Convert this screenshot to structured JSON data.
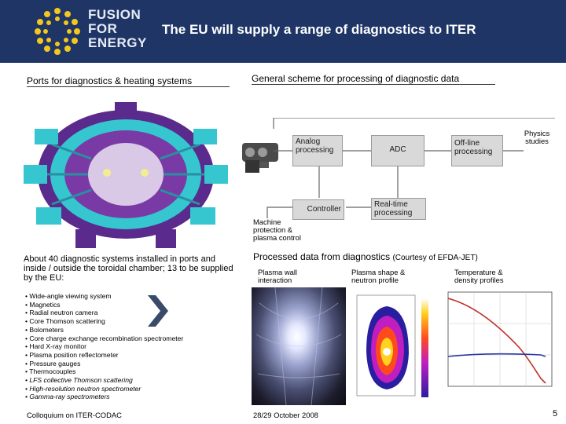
{
  "header": {
    "brand_lines": [
      "FUSION",
      "FOR",
      "ENERGY"
    ],
    "title": "The EU will supply a range of diagnostics to ITER"
  },
  "left": {
    "heading": "Ports for diagnostics & heating systems",
    "intro": "About 40 diagnostic systems installed in ports and inside / outside the toroidal chamber; 13 to be supplied by the EU:",
    "diagnostics": [
      "Wide-angle viewing system",
      "Magnetics",
      "Radial neutron camera",
      "Core Thomson scattering",
      "Bolometers",
      "Core charge exchange recombination spectrometer",
      "Hard X-ray monitor",
      "Plasma position reflectometer",
      "Pressure gauges",
      "Thermocouples",
      "LFS collective Thomson scattering",
      "High-resolution neutron spectrometer",
      "Gamma-ray spectrometers"
    ]
  },
  "scheme": {
    "heading": "General scheme for processing of diagnostic data",
    "analog": "Analog processing",
    "adc": "ADC",
    "offline": "Off-line processing",
    "physics": "Physics studies",
    "controller": "Controller",
    "realtime": "Real-time processing",
    "machine": "Machine protection & plasma control"
  },
  "processed": {
    "heading": "Processed data from diagnostics",
    "credit": "(Courtesy of EFDA-JET)",
    "captions": {
      "wall": "Plasma wall interaction",
      "shape": "Plasma shape & neutron profile",
      "temp": "Temperature & density profiles"
    }
  },
  "footer": {
    "left": "Colloquium on ITER-CODAC",
    "date": "28/29 October 2008",
    "page": "5"
  },
  "colors": {
    "header_bg": "#1f3566",
    "logo_yellow": "#f2c81e",
    "tokamak_cyan": "#35c6cf",
    "tokamak_purple": "#5a2a8c",
    "box_grey": "#d9d9d9"
  }
}
